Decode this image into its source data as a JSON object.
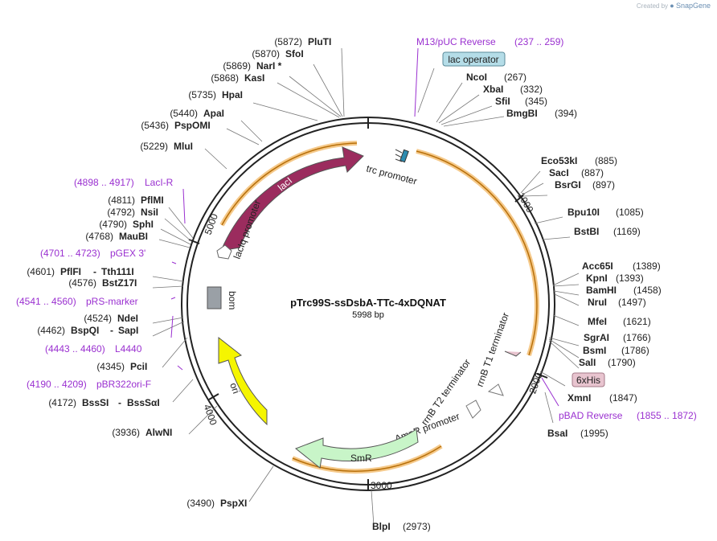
{
  "credit": {
    "prefix": "Created by",
    "brand": "SnapGene"
  },
  "plasmid": {
    "name": "pTrc99S-ssDsbA-TTc-4xDQNAT",
    "length": "5998 bp"
  },
  "ruler": [
    "1000",
    "2000",
    "3000",
    "4000",
    "5000"
  ],
  "features": {
    "lacI": "lacI",
    "lacIq_promoter": "lacIq promoter",
    "trc_promoter": "trc promoter",
    "rrnB_T1_terminator": "rrnB T1 terminator",
    "rrnB_T2_terminator": "rrnB T2 terminator",
    "AmpR_promoter": "AmpR promoter",
    "SmR": "SmR",
    "ori": "ori",
    "bom": "bom",
    "lac_operator": "lac operator",
    "6xHis": "6xHis"
  },
  "sites": [
    {
      "id": "pluti",
      "name": "PluTI",
      "pos": "(5872)"
    },
    {
      "id": "sfoi",
      "name": "SfoI",
      "pos": "(5870)"
    },
    {
      "id": "nari",
      "name": "NarI *",
      "pos": "(5869)"
    },
    {
      "id": "kasi",
      "name": "KasI",
      "pos": "(5868)"
    },
    {
      "id": "hpai",
      "name": "HpaI",
      "pos": "(5735)"
    },
    {
      "id": "apai",
      "name": "ApaI",
      "pos": "(5440)"
    },
    {
      "id": "pspomi",
      "name": "PspOMI",
      "pos": "(5436)"
    },
    {
      "id": "mlui",
      "name": "MluI",
      "pos": "(5229)"
    },
    {
      "id": "pflmi",
      "name": "PflMI",
      "pos": "(4811)"
    },
    {
      "id": "nsii",
      "name": "NsiI",
      "pos": "(4792)"
    },
    {
      "id": "sphi",
      "name": "SphI",
      "pos": "(4790)"
    },
    {
      "id": "maubi",
      "name": "MauBI",
      "pos": "(4768)"
    },
    {
      "id": "pflfi",
      "name": "PflFI",
      "pos": "(4601)",
      "extra": "Tth111I"
    },
    {
      "id": "bstz17i",
      "name": "BstZ17I",
      "pos": "(4576)"
    },
    {
      "id": "ndei",
      "name": "NdeI",
      "pos": "(4524)"
    },
    {
      "id": "bspqi",
      "name": "BspQI",
      "pos": "(4462)",
      "extra": "SapI"
    },
    {
      "id": "pcii",
      "name": "PciI",
      "pos": "(4345)"
    },
    {
      "id": "bsssi",
      "name": "BssSI",
      "pos": "(4172)",
      "extra": "BssSαI"
    },
    {
      "id": "alwni",
      "name": "AlwNI",
      "pos": "(3936)"
    },
    {
      "id": "pspxi",
      "name": "PspXI",
      "pos": "(3490)"
    },
    {
      "id": "blpi",
      "name": "BlpI",
      "pos": "(2973)"
    },
    {
      "id": "ncoi",
      "name": "NcoI",
      "pos": "(267)"
    },
    {
      "id": "xbai",
      "name": "XbaI",
      "pos": "(332)"
    },
    {
      "id": "sfii",
      "name": "SfiI",
      "pos": "(345)"
    },
    {
      "id": "bmgbi",
      "name": "BmgBI",
      "pos": "(394)"
    },
    {
      "id": "eco53ki",
      "name": "Eco53kI",
      "pos": "(885)"
    },
    {
      "id": "saci",
      "name": "SacI",
      "pos": "(887)"
    },
    {
      "id": "bsrgi",
      "name": "BsrGI",
      "pos": "(897)"
    },
    {
      "id": "bpu10i",
      "name": "Bpu10I",
      "pos": "(1085)"
    },
    {
      "id": "bstbi",
      "name": "BstBI",
      "pos": "(1169)"
    },
    {
      "id": "acc65i",
      "name": "Acc65I",
      "pos": "(1389)"
    },
    {
      "id": "kpni",
      "name": "KpnI",
      "pos": "(1393)"
    },
    {
      "id": "bamhi",
      "name": "BamHI",
      "pos": "(1458)"
    },
    {
      "id": "nrui",
      "name": "NruI",
      "pos": "(1497)"
    },
    {
      "id": "mfei",
      "name": "MfeI",
      "pos": "(1621)"
    },
    {
      "id": "sgrai",
      "name": "SgrAI",
      "pos": "(1766)"
    },
    {
      "id": "bsmi",
      "name": "BsmI",
      "pos": "(1786)"
    },
    {
      "id": "sali",
      "name": "SalI",
      "pos": "(1790)"
    },
    {
      "id": "xmni",
      "name": "XmnI",
      "pos": "(1847)"
    },
    {
      "id": "bsai",
      "name": "BsaI",
      "pos": "(1995)"
    }
  ],
  "primers": [
    {
      "id": "m13",
      "name": "M13/pUC Reverse",
      "range": "(237 .. 259)"
    },
    {
      "id": "laci-r",
      "name": "LacI-R",
      "range": "(4898 .. 4917)"
    },
    {
      "id": "pgex3",
      "name": "pGEX 3'",
      "range": "(4701 .. 4723)"
    },
    {
      "id": "prs-marker",
      "name": "pRS-marker",
      "range": "(4541 .. 4560)"
    },
    {
      "id": "l4440",
      "name": "L4440",
      "range": "(4443 .. 4460)"
    },
    {
      "id": "pbr322ori",
      "name": "pBR322ori-F",
      "range": "(4190 .. 4209)"
    },
    {
      "id": "pbad",
      "name": "pBAD Reverse",
      "range": "(1855 .. 1872)"
    }
  ],
  "colors": {
    "lacI": "#9b2c5e",
    "orange": "#f2a93b",
    "ori": "#f5f500",
    "SmR": "#c8f5c8",
    "bom": "#9aa0a6",
    "primer": "#9a30d0",
    "lac_operator": "#b5dde8",
    "his": "#e8c4cf",
    "trc": "#2e8cb0"
  }
}
